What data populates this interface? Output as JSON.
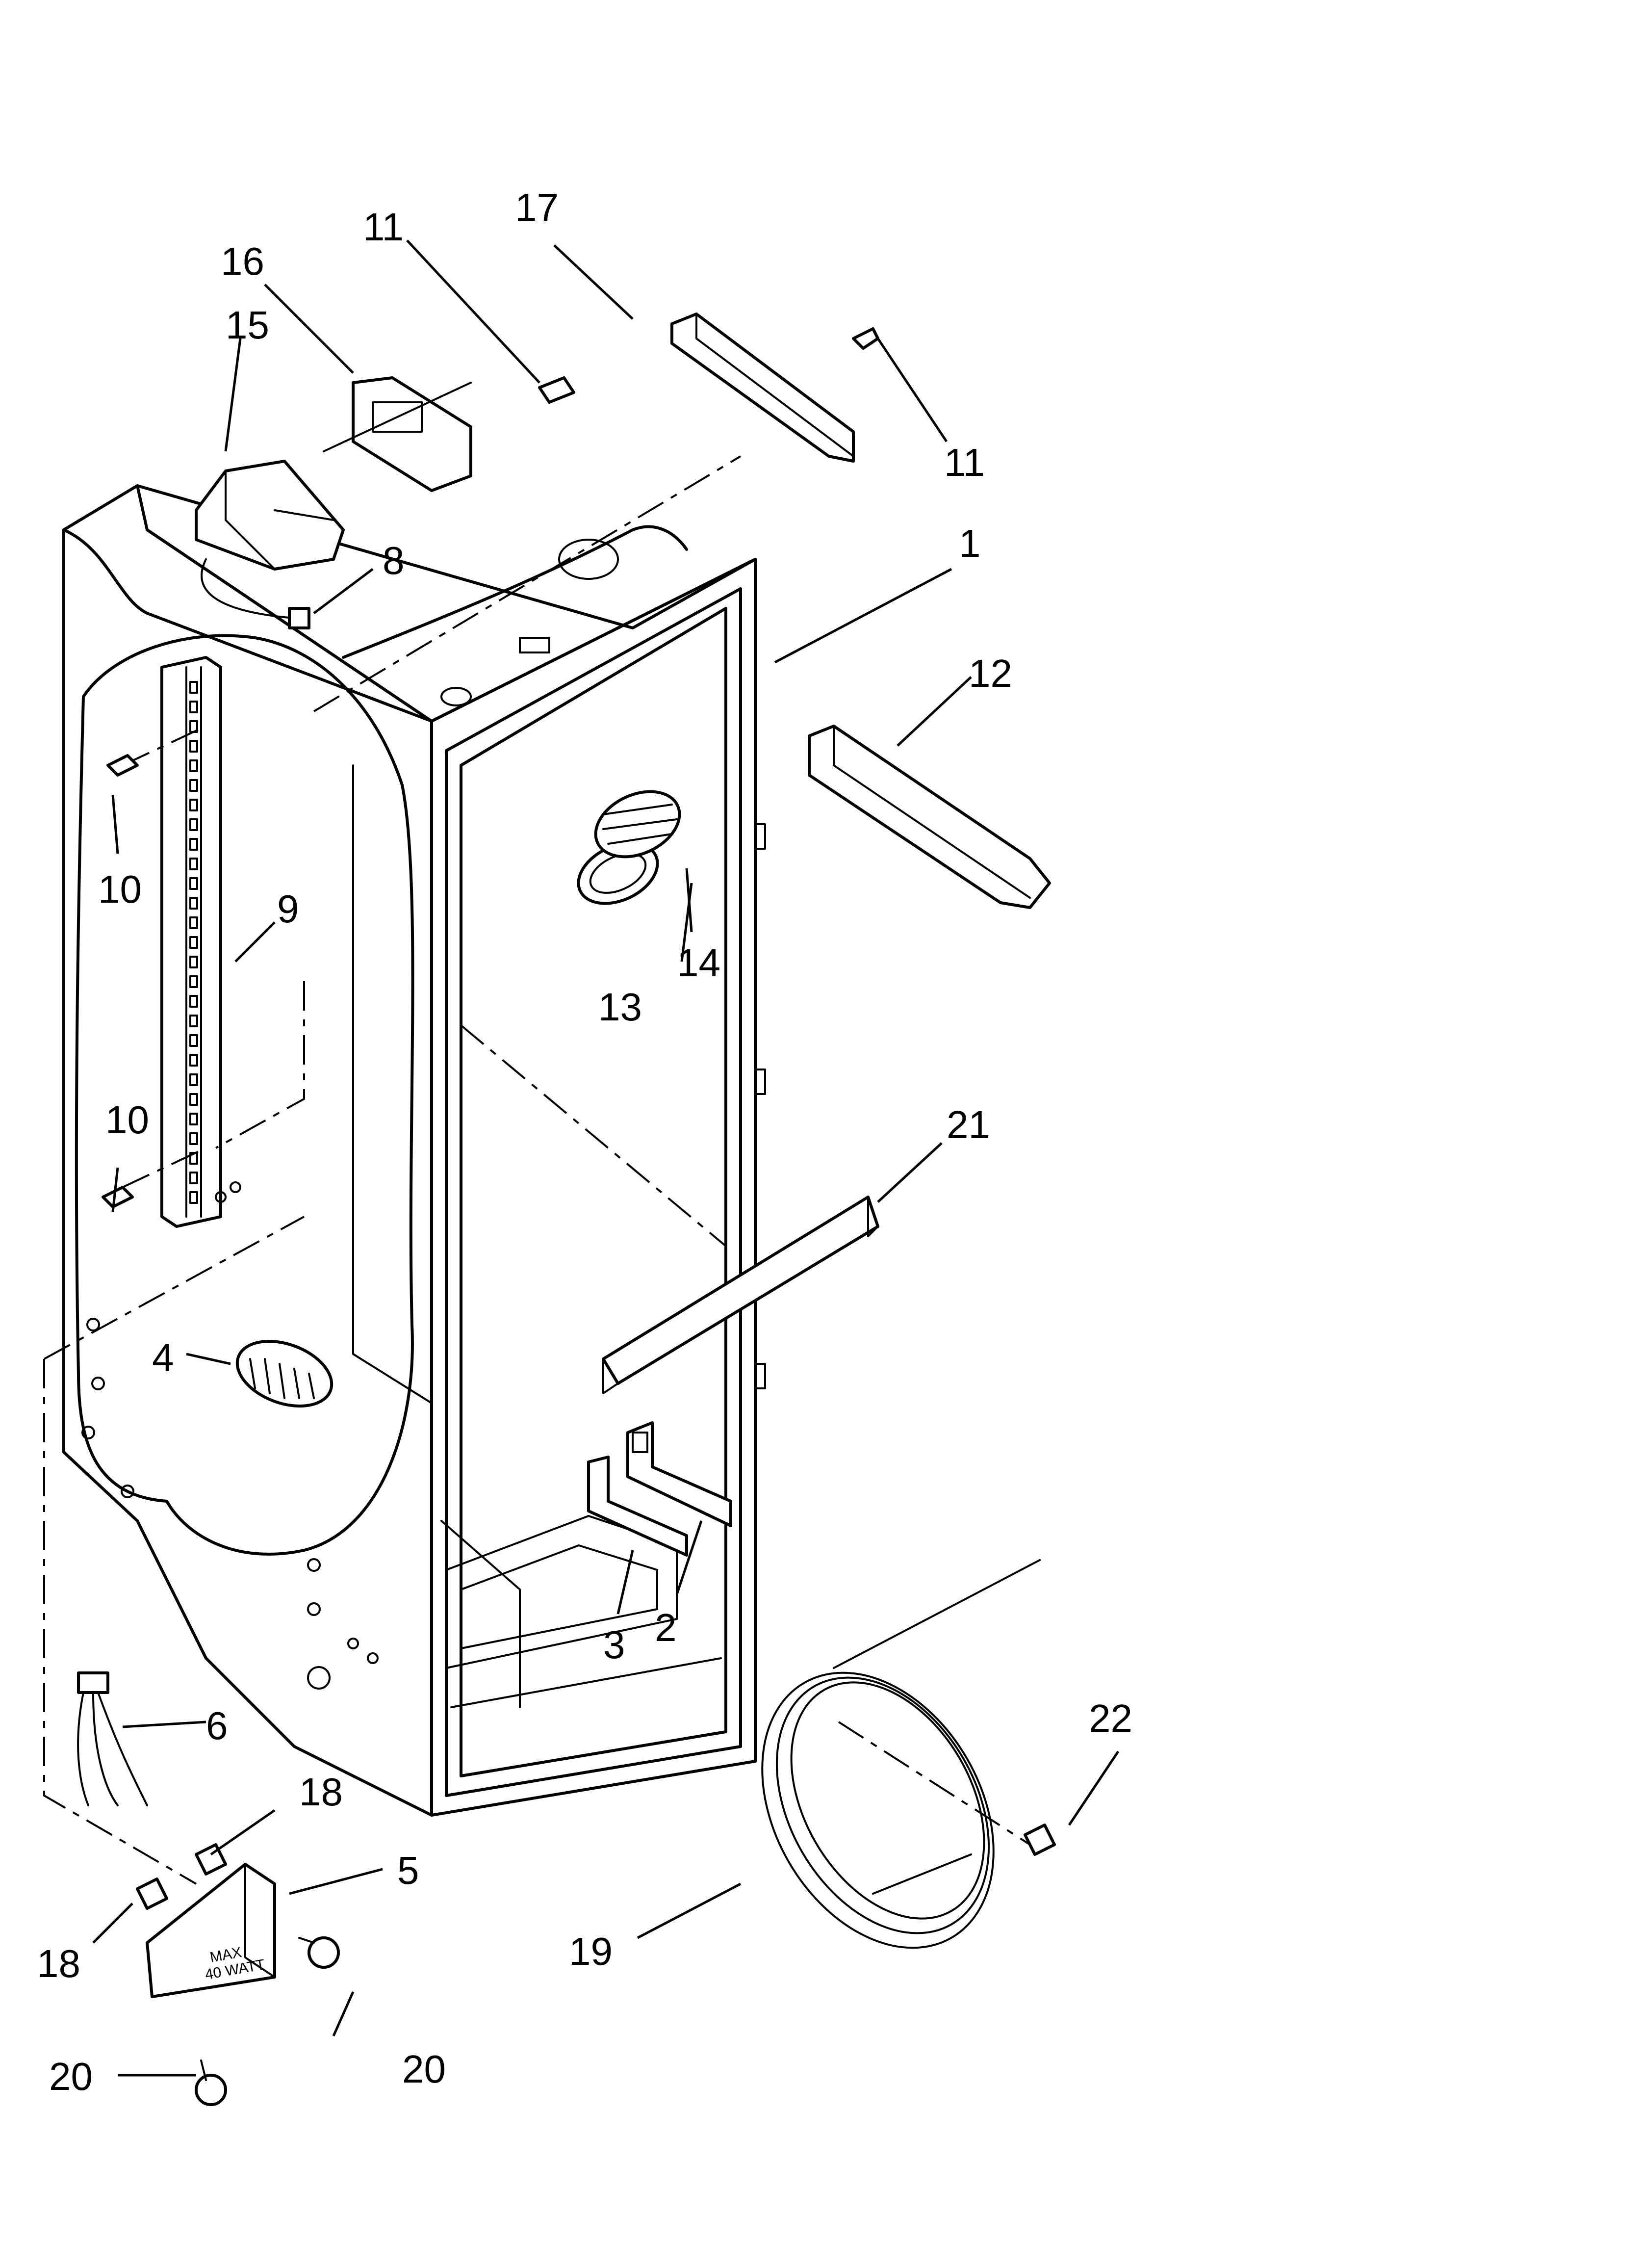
{
  "diagram": {
    "part_labels": [
      {
        "id": "p1",
        "text": "1"
      },
      {
        "id": "p2",
        "text": "2"
      },
      {
        "id": "p3",
        "text": "3"
      },
      {
        "id": "p4",
        "text": "4"
      },
      {
        "id": "p5",
        "text": "5"
      },
      {
        "id": "p6",
        "text": "6"
      },
      {
        "id": "p8",
        "text": "8"
      },
      {
        "id": "p9",
        "text": "9"
      },
      {
        "id": "p10a",
        "text": "10"
      },
      {
        "id": "p10b",
        "text": "10"
      },
      {
        "id": "p11a",
        "text": "11"
      },
      {
        "id": "p11b",
        "text": "11"
      },
      {
        "id": "p12",
        "text": "12"
      },
      {
        "id": "p13",
        "text": "13"
      },
      {
        "id": "p14",
        "text": "14"
      },
      {
        "id": "p15",
        "text": "15"
      },
      {
        "id": "p16",
        "text": "16"
      },
      {
        "id": "p17",
        "text": "17"
      },
      {
        "id": "p18a",
        "text": "18"
      },
      {
        "id": "p18b",
        "text": "18"
      },
      {
        "id": "p19",
        "text": "19"
      },
      {
        "id": "p20a",
        "text": "20"
      },
      {
        "id": "p20b",
        "text": "20"
      },
      {
        "id": "p21",
        "text": "21"
      },
      {
        "id": "p22",
        "text": "22"
      }
    ],
    "light_housing_text": [
      "MAX",
      "40 WATT"
    ]
  }
}
